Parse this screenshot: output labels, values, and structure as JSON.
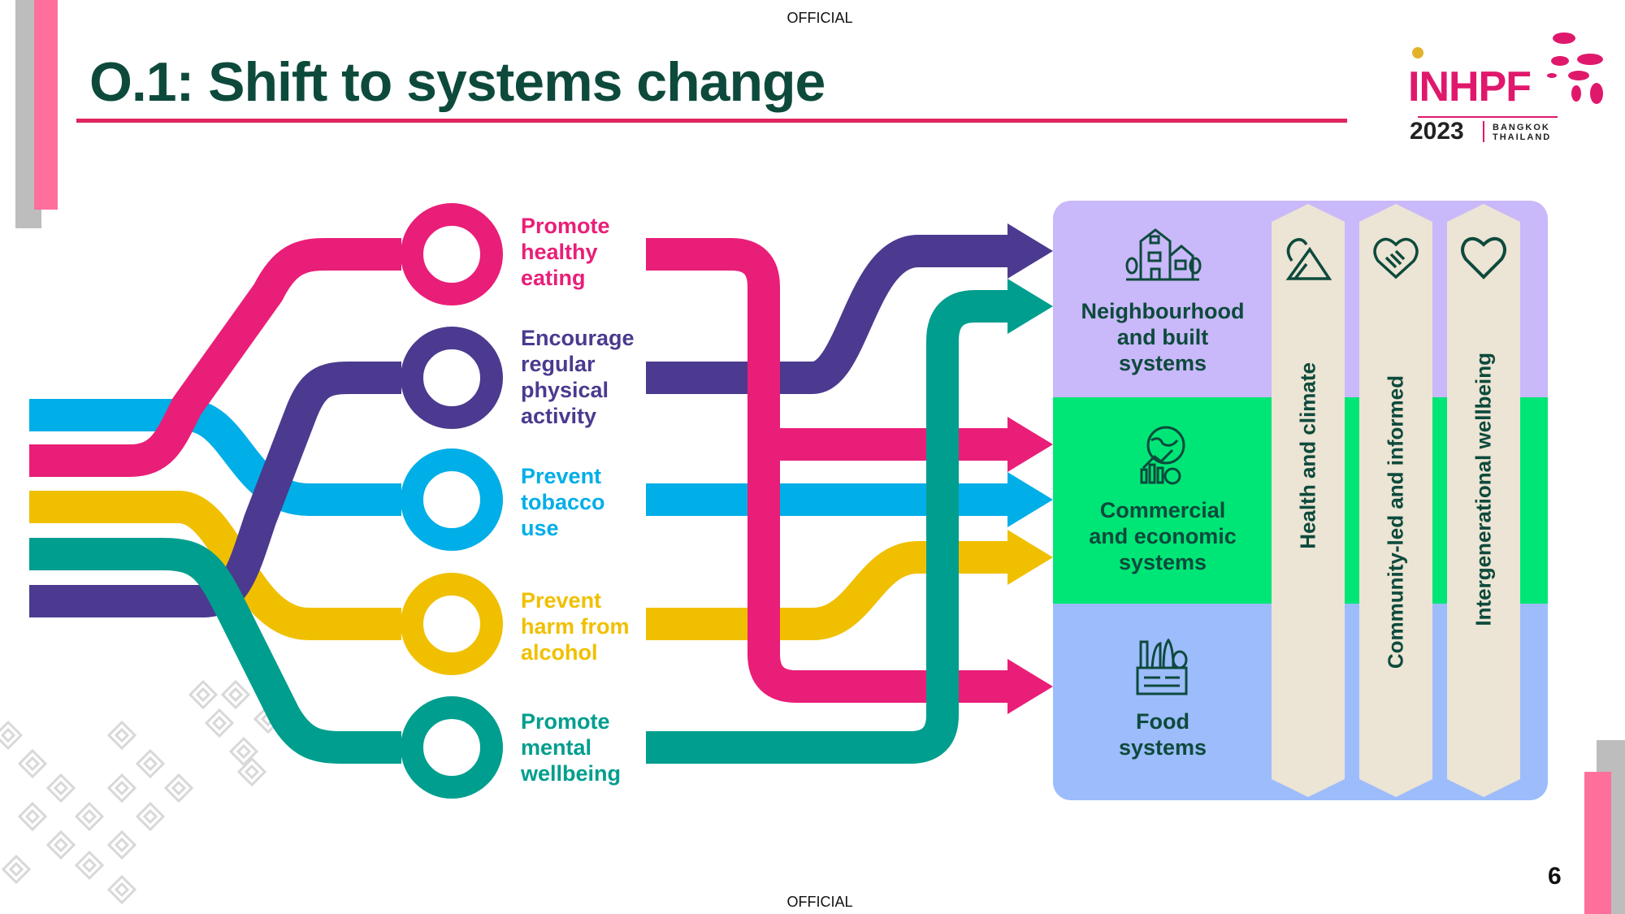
{
  "header": {
    "classification_top": "OFFICIAL",
    "title": "O.1: Shift to systems change"
  },
  "logo": {
    "name": "INHPF",
    "year": "2023",
    "location_line1": "BANGKOK",
    "location_line2": "THAILAND"
  },
  "colors": {
    "pink": "#e91e78",
    "purple": "#4b3a8f",
    "blue": "#00aee8",
    "yellow": "#f0c000",
    "teal": "#009e8e",
    "title": "#0d4a3c"
  },
  "actions": [
    {
      "lines": [
        "Promote",
        "healthy",
        "eating"
      ],
      "color": "#e91e78"
    },
    {
      "lines": [
        "Encourage",
        "regular",
        "physical",
        "activity"
      ],
      "color": "#4b3a8f"
    },
    {
      "lines": [
        "Prevent",
        "tobacco",
        "use"
      ],
      "color": "#00aee8"
    },
    {
      "lines": [
        "Prevent",
        "harm from",
        "alcohol"
      ],
      "color": "#f0c000"
    },
    {
      "lines": [
        "Promote",
        "mental",
        "wellbeing"
      ],
      "color": "#009e8e"
    }
  ],
  "systems": [
    {
      "lines": [
        "Neighbourhood",
        "and built",
        "systems"
      ],
      "icon": "buildings-icon",
      "color": "#c9b8fa"
    },
    {
      "lines": [
        "Commercial",
        "and economic",
        "systems"
      ],
      "icon": "globe-economy-icon",
      "color": "#00e676"
    },
    {
      "lines": [
        "Food",
        "systems"
      ],
      "icon": "food-basket-icon",
      "color": "#9dbcfc"
    }
  ],
  "pillars": [
    {
      "label": "Health and climate",
      "icon": "mountain-cloud-icon"
    },
    {
      "label": "Community-led and informed",
      "icon": "handshake-heart-icon"
    },
    {
      "label": "Intergenerational wellbeing",
      "icon": "heart-icon"
    }
  ],
  "footer": {
    "classification_bottom": "OFFICIAL",
    "page_number": "6"
  }
}
